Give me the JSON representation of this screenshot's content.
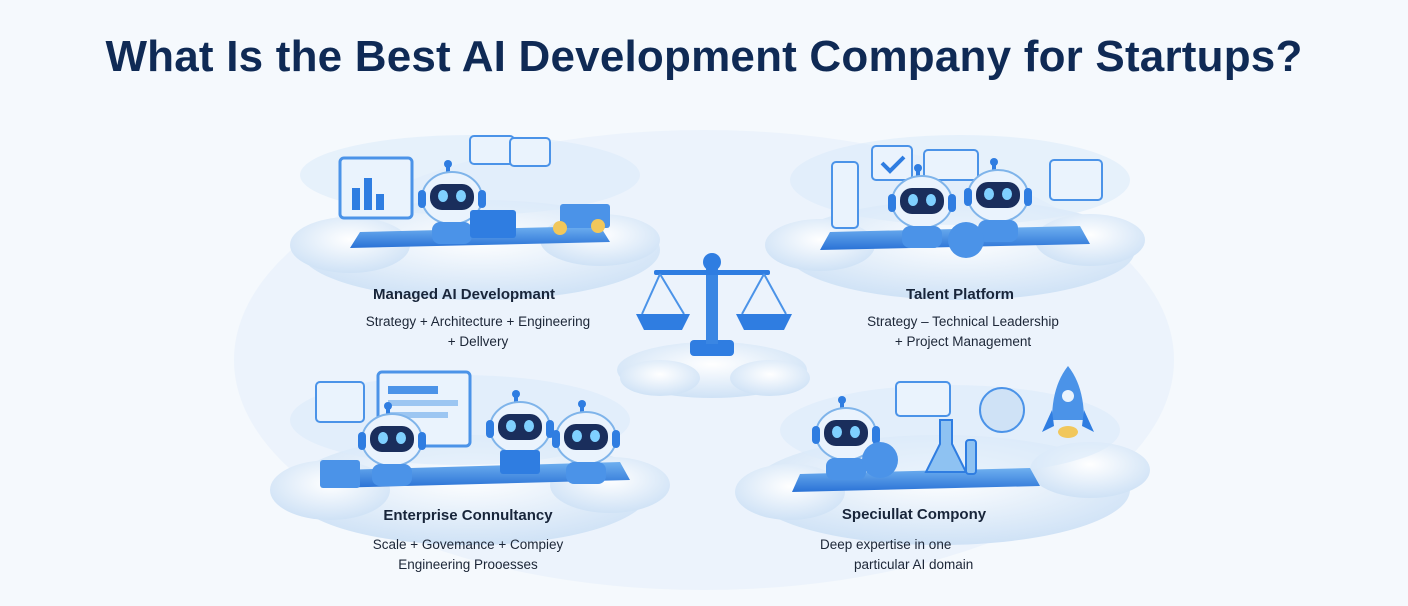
{
  "title": "What Is the Best AI Development Company for Startups?",
  "cards": [
    {
      "title": "Managed AI Developmant",
      "desc_lines": [
        "Strategy + Architecture + Engineering",
        "+ Dellvery"
      ]
    },
    {
      "title": "Talent Platform",
      "desc_lines": [
        "Strategy – Technical Leadership",
        "+ Project Management"
      ]
    },
    {
      "title": "Enterprise Connultancy",
      "desc_lines": [
        "Scale + Govemance + Compiey",
        "Engineering Prooesses"
      ]
    },
    {
      "title": "Speciullat Compony",
      "desc_lines": [
        "Deep expertise in one",
        "particular AI domain"
      ]
    }
  ],
  "icons": [
    "robot-icon",
    "scale-balance-icon",
    "rocket-icon",
    "laptop-icon",
    "chart-icon",
    "flask-icon",
    "globe-icon",
    "cloud-icon"
  ],
  "colors": {
    "title": "#0f2a55",
    "accent": "#2f7de1",
    "cloud": "#e3eefa",
    "robot_face": "#1a2e5c"
  }
}
